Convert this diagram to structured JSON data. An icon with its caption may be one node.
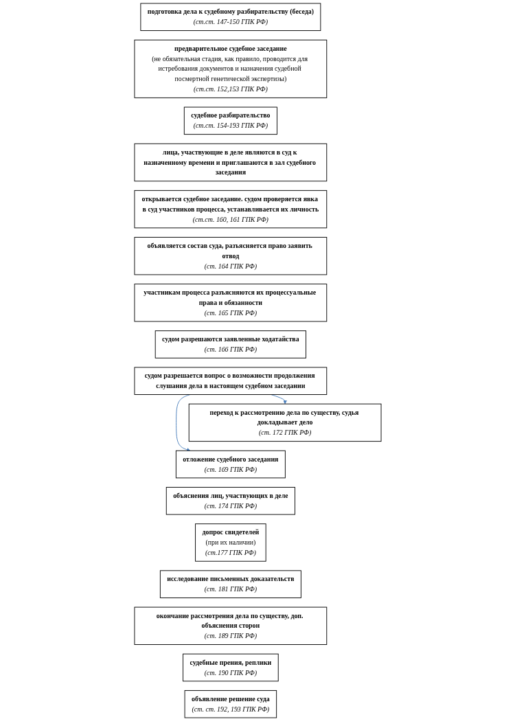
{
  "diagram": {
    "nodes": [
      {
        "text": [
          "подготовка дела к судебному разбирательству (беседа)",
          "(ст.ст. 147-150 ГПК РФ)"
        ]
      },
      {
        "text": [
          "предварительное судебное заседание",
          "(не обязательная стадия, как правило, проводится для истребования документов и назначения судебной посмертной генетической экспертизы)",
          "(ст.ст. 152,153 ГПК РФ)"
        ]
      },
      {
        "text": [
          "судебное разбирательство",
          "(ст.ст. 154-193 ГПК РФ)"
        ]
      },
      {
        "text": [
          "лица, участвующие в деле являются в суд к назначенному времени и приглашаются в зал судебного заседания"
        ]
      },
      {
        "text": [
          "открывается судебное заседание. судом проверяется явка в суд участников процесса, устанавливается их личность",
          "(ст.ст. 160, 161 ГПК РФ)"
        ]
      },
      {
        "text": [
          "объявляется состав суда, разъясняется право заявить отвод",
          "(ст. 164 ГПК РФ)"
        ]
      },
      {
        "text": [
          "участникам процесса разъясняются их процессуальные права и обязанности",
          "(ст. 165 ГПК РФ)"
        ]
      },
      {
        "text": [
          "судом разрешаются заявленные ходатайства",
          "(ст. 166 ГПК РФ)"
        ]
      },
      {
        "text": [
          "судом разрешается вопрос о возможности продолжения слушания дела в настоящем судебном заседании"
        ]
      },
      {
        "text": [
          "переход к рассмотрению дела по существу, судья докладывает дело",
          "(ст. 172 ГПК РФ)"
        ]
      },
      {
        "text": [
          "отложение судебного заседания",
          "(ст. 169 ГПК РФ)"
        ]
      },
      {
        "text": [
          "объяснения лиц, участвующих в деле",
          "(ст. 174 ГПК РФ)"
        ]
      },
      {
        "text": [
          "допрос свидетелей",
          "(при их наличии)",
          "(ст.177 ГПК РФ)"
        ]
      },
      {
        "text": [
          "исследование письменных доказательств",
          "(ст. 181 ГПК РФ)"
        ]
      },
      {
        "text": [
          "окончание рассмотрения дела по существу, доп. объяснения сторон",
          "(ст. 189 ГПК РФ)"
        ]
      },
      {
        "text": [
          "судебные прения, реплики",
          "(ст. 190 ГПК РФ)"
        ]
      },
      {
        "text": [
          "объявление решение суда",
          "(ст. ст. 192, 193 ГПК РФ)"
        ]
      }
    ],
    "edges": [
      {
        "from": 8,
        "to": 9,
        "arrow": "to",
        "color": "#4a7ebb"
      },
      {
        "from": 8,
        "to": 10,
        "arrow": "to",
        "color": "#4a7ebb"
      }
    ]
  }
}
